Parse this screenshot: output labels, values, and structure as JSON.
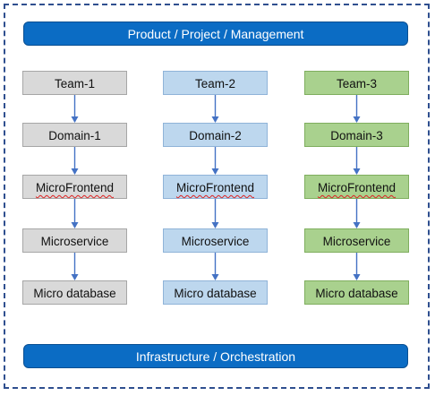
{
  "header": {
    "label": "Product / Project / Management"
  },
  "footer": {
    "label": "Infrastructure / Orchestration"
  },
  "columns": [
    {
      "team": "Team-1",
      "domain": "Domain-1",
      "frontend": "MicroFrontend",
      "service": "Microservice",
      "database": "Micro database"
    },
    {
      "team": "Team-2",
      "domain": "Domain-2",
      "frontend": "MicroFrontend",
      "service": "Microservice",
      "database": "Micro database"
    },
    {
      "team": "Team-3",
      "domain": "Domain-3",
      "frontend": "MicroFrontend",
      "service": "Microservice",
      "database": "Micro database"
    }
  ],
  "colors": {
    "banner": "#0b6cc4",
    "column_1": "#d9d9d9",
    "column_2": "#bdd7ee",
    "column_3": "#a9d18e",
    "arrow": "#4472c4"
  }
}
